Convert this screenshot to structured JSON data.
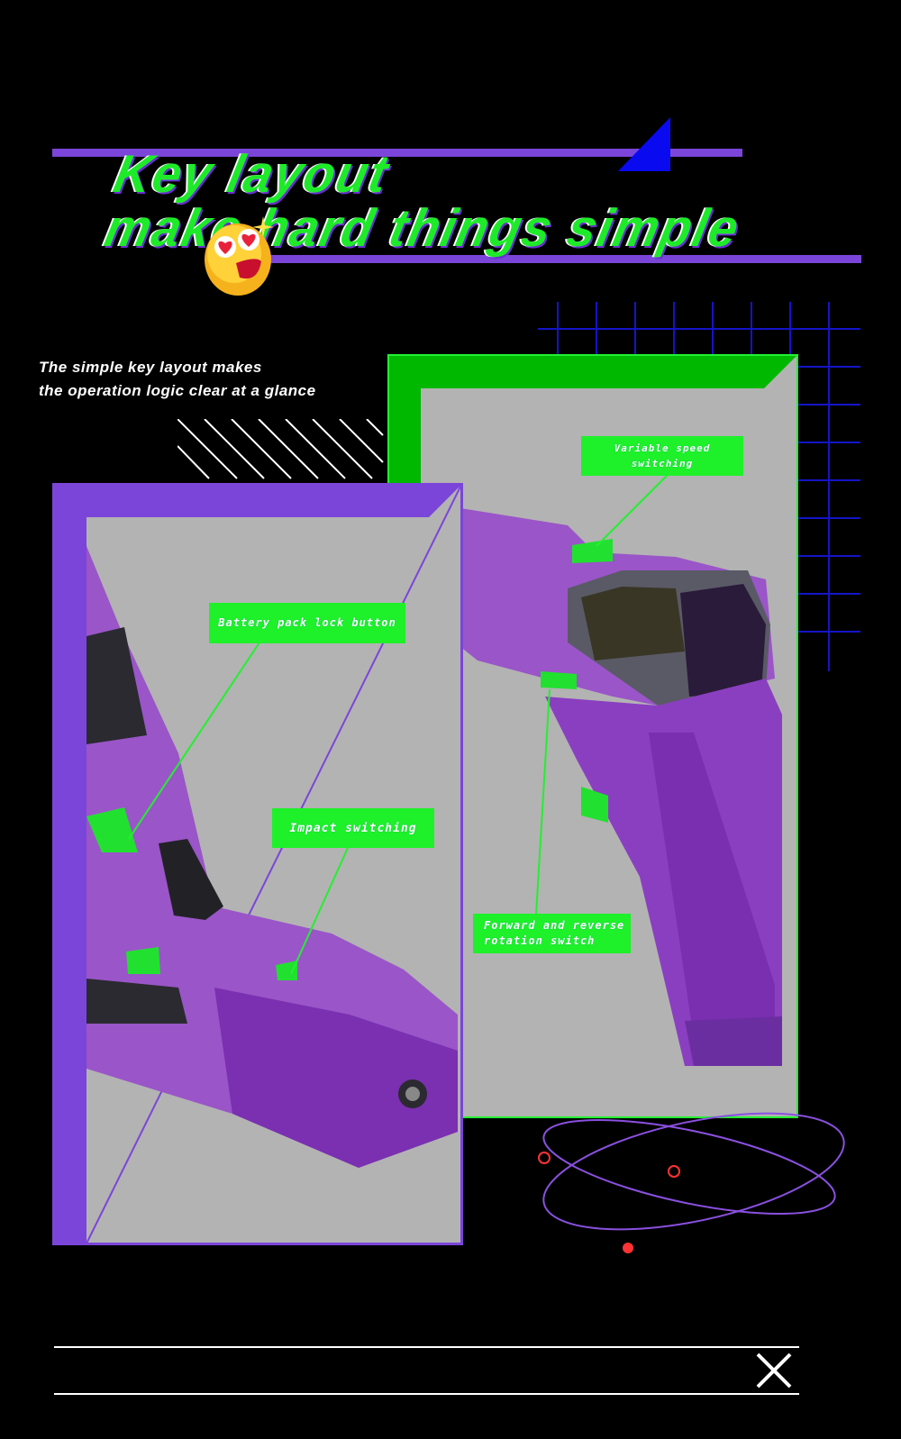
{
  "header": {
    "title_line1": "Key layout",
    "title_line2": "make hard things simple"
  },
  "subtitle": {
    "line1": "The simple key layout makes",
    "line2": "the operation logic clear at a glance"
  },
  "callouts": {
    "variable_speed": "Variable speed switching",
    "battery_lock": "Battery pack lock button",
    "impact": "Impact switching",
    "forward_reverse_line1": "Forward and reverse",
    "forward_reverse_line2": "rotation switch"
  },
  "icons": {
    "emoji": "heart-eyes-emoji",
    "close": "close-icon"
  },
  "colors": {
    "accent_green": "#1ef02a",
    "accent_purple": "#7b45d9",
    "grid_blue": "#1010c8",
    "background": "#000000",
    "panel_gray": "#b3b3b3"
  }
}
